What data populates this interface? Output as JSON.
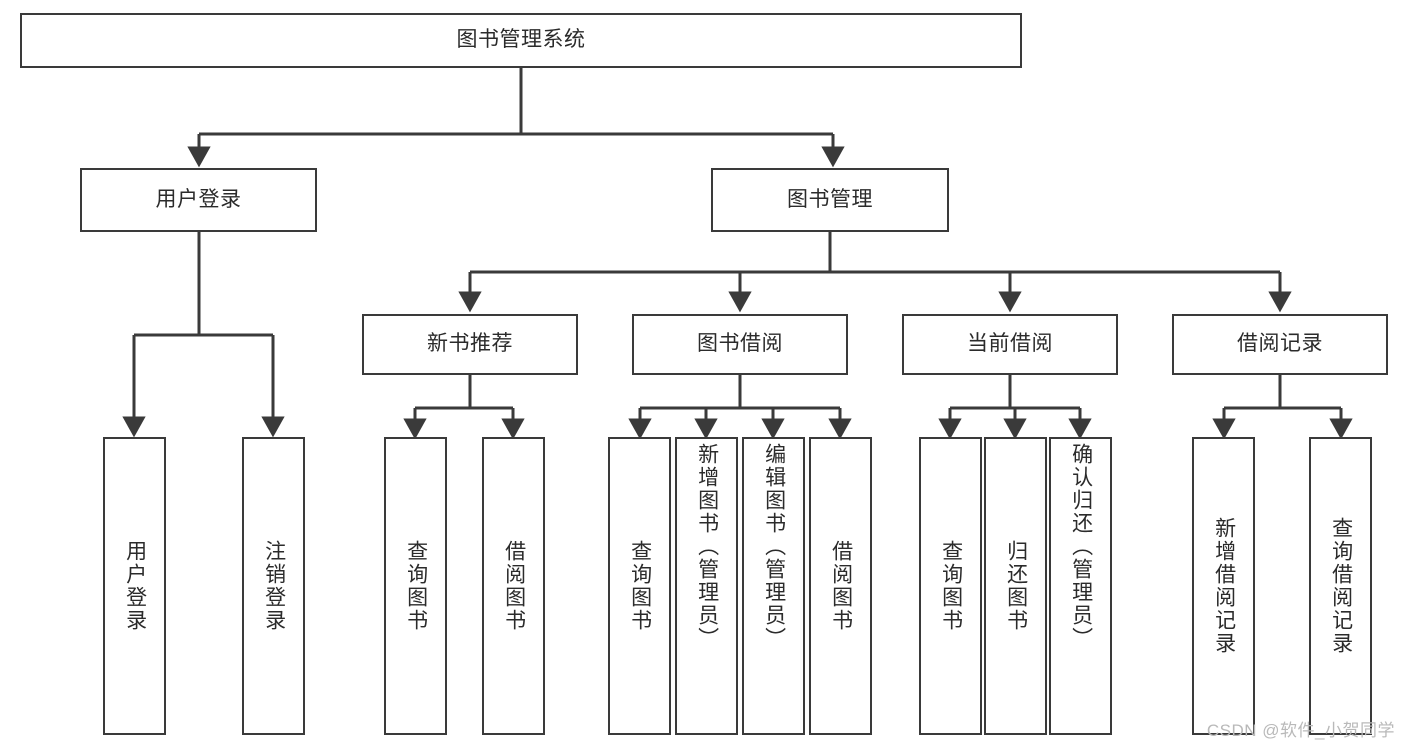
{
  "diagram": {
    "type": "tree-hierarchy-flowchart",
    "root": {
      "id": "root",
      "label": "图书管理系统"
    },
    "level2": [
      {
        "id": "user-login",
        "label": "用户登录"
      },
      {
        "id": "book-management",
        "label": "图书管理"
      }
    ],
    "level3": [
      {
        "id": "new-book-recommend",
        "label": "新书推荐",
        "parent": "book-management"
      },
      {
        "id": "book-borrow",
        "label": "图书借阅",
        "parent": "book-management"
      },
      {
        "id": "current-borrow",
        "label": "当前借阅",
        "parent": "book-management"
      },
      {
        "id": "borrow-record",
        "label": "借阅记录",
        "parent": "book-management"
      }
    ],
    "leaves": [
      {
        "id": "leaf-user-login",
        "label": "用户登录",
        "parent": "user-login"
      },
      {
        "id": "leaf-logout-login",
        "label": "注销登录",
        "parent": "user-login"
      },
      {
        "id": "leaf-query-book-1",
        "label": "查询图书",
        "parent": "new-book-recommend"
      },
      {
        "id": "leaf-borrow-book-1",
        "label": "借阅图书",
        "parent": "new-book-recommend"
      },
      {
        "id": "leaf-query-book-2",
        "label": "查询图书",
        "parent": "book-borrow"
      },
      {
        "id": "leaf-add-book",
        "label": "新增图书（管理员）",
        "parent": "book-borrow"
      },
      {
        "id": "leaf-edit-book",
        "label": "编辑图书（管理员）",
        "parent": "book-borrow"
      },
      {
        "id": "leaf-borrow-book-2",
        "label": "借阅图书",
        "parent": "book-borrow"
      },
      {
        "id": "leaf-query-book-3",
        "label": "查询图书",
        "parent": "current-borrow"
      },
      {
        "id": "leaf-return-book",
        "label": "归还图书",
        "parent": "current-borrow"
      },
      {
        "id": "leaf-confirm-return",
        "label": "确认归还（管理员）",
        "parent": "current-borrow"
      },
      {
        "id": "leaf-add-record",
        "label": "新增借阅记录",
        "parent": "borrow-record"
      },
      {
        "id": "leaf-query-record",
        "label": "查询借阅记录",
        "parent": "borrow-record"
      }
    ],
    "colors": {
      "stroke": "#3a3a3a",
      "text": "#2b2b2b",
      "background": "#ffffff",
      "watermark": "#b9b9b9"
    }
  },
  "watermark": {
    "text": "CSDN @软件_小贺同学"
  }
}
